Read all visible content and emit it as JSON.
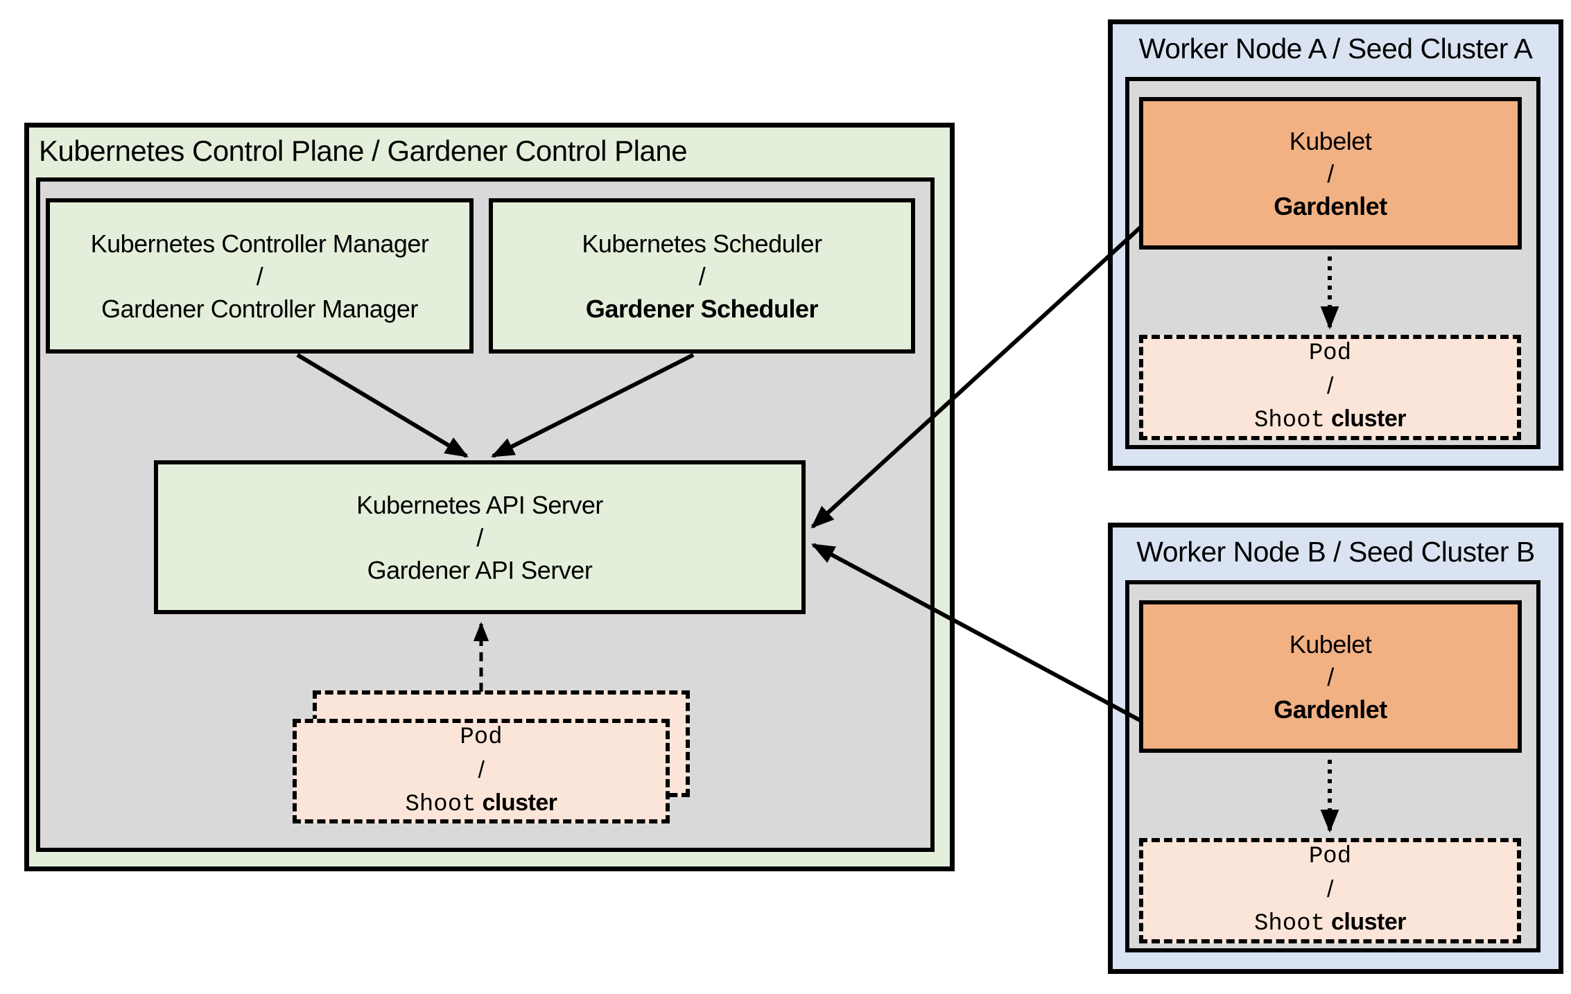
{
  "colors": {
    "box_green": "#e3efda",
    "box_gray": "#d9d9d9",
    "box_blue": "#dae3f1",
    "box_orange": "#f2b183",
    "box_peach": "#fbe5d8",
    "line_black": "#000000"
  },
  "control_plane": {
    "title": "Kubernetes Control Plane / Gardener Control Plane",
    "controller_manager": {
      "line1": "Kubernetes Controller Manager",
      "sep": "/",
      "line2": "Gardener Controller Manager"
    },
    "scheduler": {
      "line1": "Kubernetes Scheduler",
      "sep": "/",
      "line2": "Gardener Scheduler"
    },
    "api_server": {
      "line1": "Kubernetes API Server",
      "sep": "/",
      "line2": "Gardener API Server"
    },
    "pod": {
      "line1": "Pod",
      "sep": "/",
      "shoot": "Shoot",
      "cluster": " cluster"
    }
  },
  "worker_a": {
    "title": "Worker Node A / Seed Cluster A",
    "kubelet": {
      "line1": "Kubelet",
      "sep": "/",
      "line2": "Gardenlet"
    },
    "pod": {
      "line1": "Pod",
      "sep": "/",
      "shoot": "Shoot",
      "cluster": " cluster"
    }
  },
  "worker_b": {
    "title": "Worker Node B / Seed Cluster B",
    "kubelet": {
      "line1": "Kubelet",
      "sep": "/",
      "line2": "Gardenlet"
    },
    "pod": {
      "line1": "Pod",
      "sep": "/",
      "shoot": "Shoot",
      "cluster": " cluster"
    }
  }
}
